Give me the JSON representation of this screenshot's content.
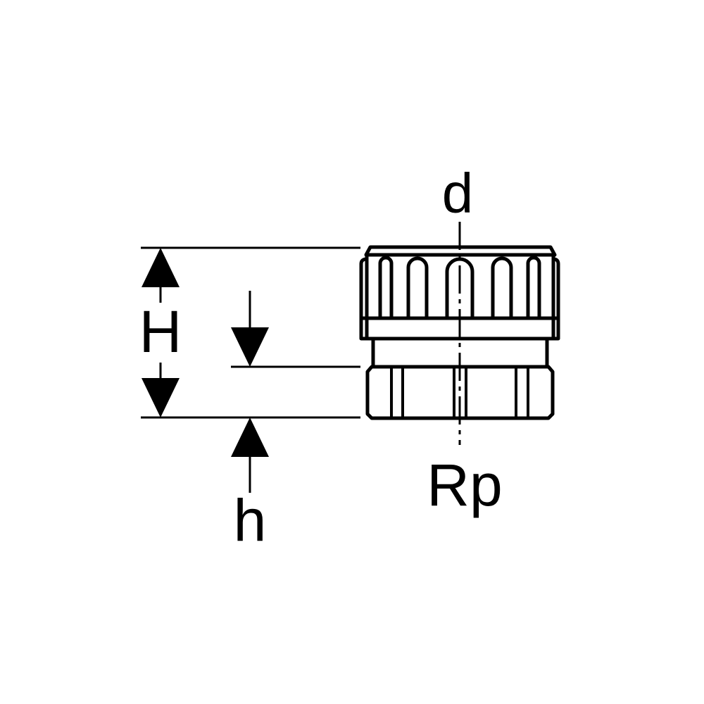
{
  "labels": {
    "diameter": "d",
    "height_total": "H",
    "height_inner": "h",
    "thread": "Rp"
  },
  "colors": {
    "line": "#000000",
    "background": "#ffffff"
  }
}
